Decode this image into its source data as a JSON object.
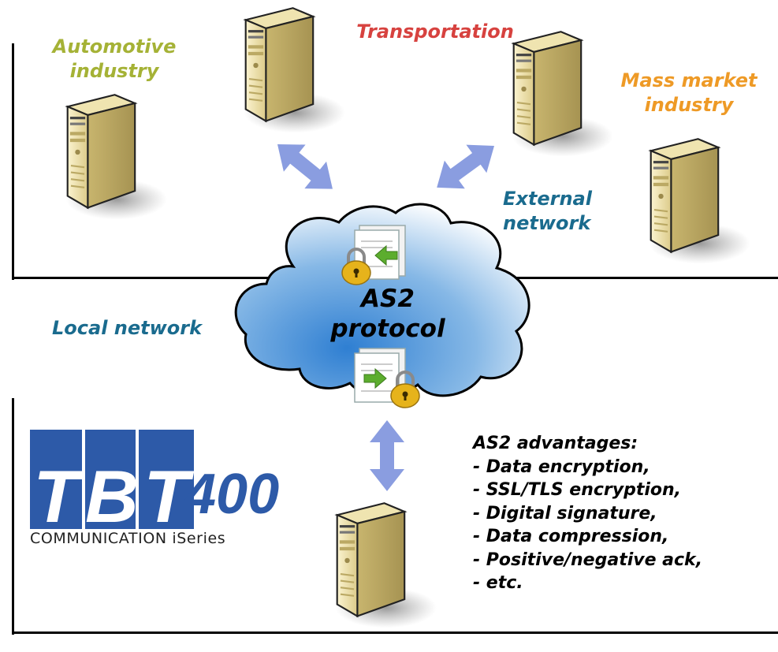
{
  "labels": {
    "automotive": [
      "Automotive",
      "industry"
    ],
    "transportation": "Transportation",
    "mass_market": [
      "Mass market",
      "industry"
    ],
    "external_network": [
      "External",
      "network"
    ],
    "local_network": "Local network"
  },
  "cloud": {
    "title": [
      "AS2",
      "protocol"
    ]
  },
  "advantages": {
    "heading": "AS2 advantages:",
    "items": [
      "- Data encryption,",
      "- SSL/TLS encryption,",
      "- Digital signature,",
      "- Data compression,",
      "- Positive/negative ack,",
      "- etc."
    ]
  },
  "logo": {
    "letters": [
      "T",
      "B",
      "T"
    ],
    "number": "400",
    "subtitle": "COMMUNICATION iSeries"
  },
  "colors": {
    "automotive": "#a5b236",
    "transportation": "#d7423f",
    "mass_market": "#ee9a26",
    "network": "#1a6b8e",
    "arrow": "#8a9de0",
    "logo_blue": "#2d5aa8"
  }
}
